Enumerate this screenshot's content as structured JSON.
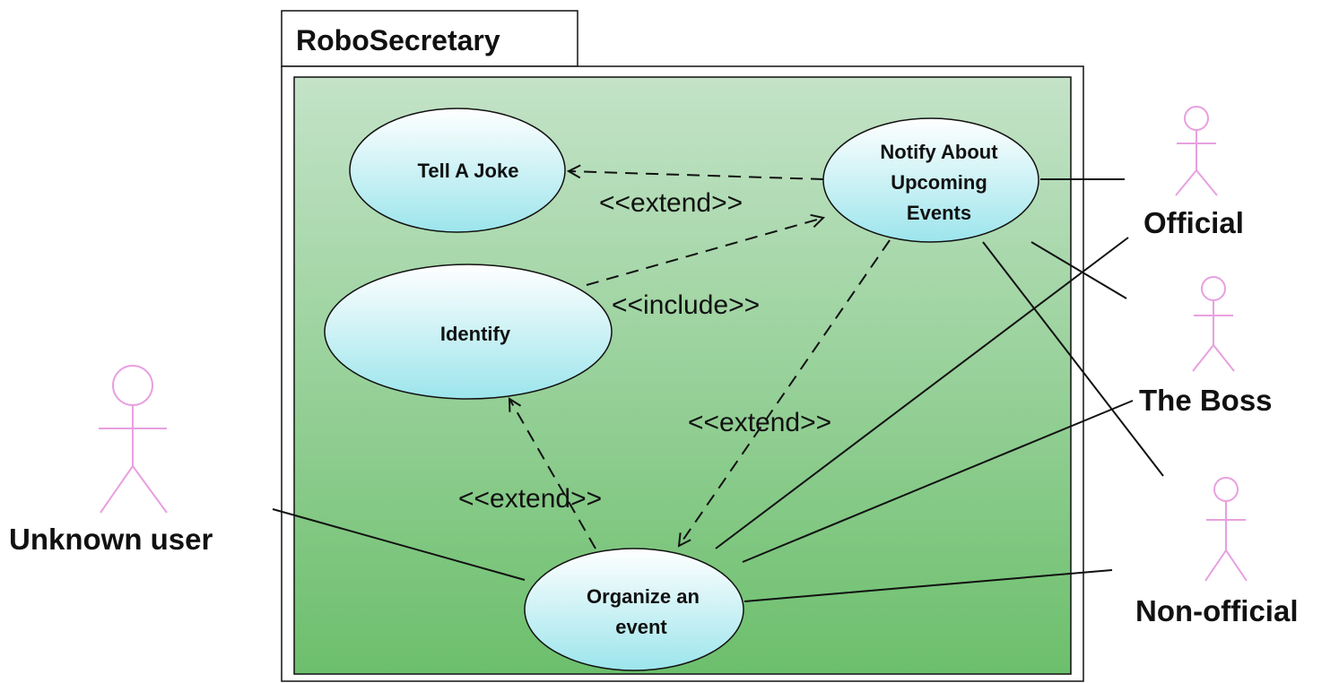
{
  "system": {
    "title": "RoboSecretary"
  },
  "use_cases": {
    "tell_joke": {
      "label": "Tell A Joke"
    },
    "notify": {
      "lines": [
        "Notify About",
        "Upcoming",
        "Events"
      ]
    },
    "identify": {
      "label": "Identify"
    },
    "organize": {
      "lines": [
        "Organize an",
        "event"
      ]
    }
  },
  "relations": {
    "notify_to_joke": "<<extend>>",
    "identify_to_notify": "<<include>>",
    "notify_to_organize": "<<extend>>",
    "organize_to_identify": "<<extend>>"
  },
  "actors": {
    "unknown_user": "Unknown user",
    "official": "Official",
    "the_boss": "The Boss",
    "non_official": "Non-official"
  },
  "colors": {
    "boundary_top": "#c4e3c8",
    "boundary_bottom": "#6cbf6c",
    "usecase_fill_top": "#ffffff",
    "usecase_fill_bottom": "#9ce5ec",
    "actor_stroke": "#e8a0e0",
    "line": "#111111"
  }
}
